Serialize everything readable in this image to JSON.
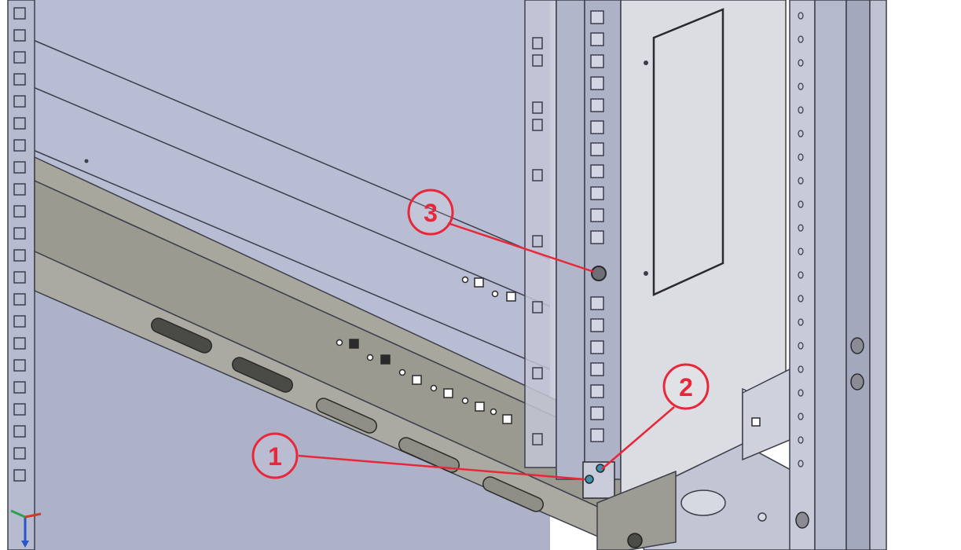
{
  "colors": {
    "background": "#ffffff",
    "panel": "#b8bcd2",
    "panel_dark": "#a8adc6",
    "rail": "#9fa3b8",
    "rail_face": "#c9ccd8",
    "bracket": "#9a9a90",
    "bracket_dark": "#7c7c74",
    "cabinet_side": "#d9dadf",
    "floor": "#b4b8cc",
    "outline": "#3c3e4a",
    "callout": "#e8283a"
  },
  "callouts": [
    {
      "label": "1",
      "target": "bracket-screw-lower"
    },
    {
      "label": "2",
      "target": "bracket-screw-upper"
    },
    {
      "label": "3",
      "target": "rail-bolt"
    }
  ],
  "icons": {
    "axis_triad": "xyz-axis-triad-icon"
  }
}
